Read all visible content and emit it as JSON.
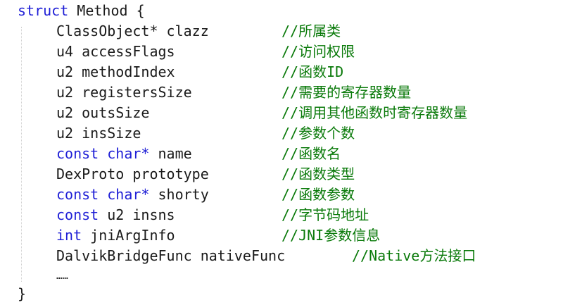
{
  "editor": {
    "lines": [
      {
        "id": "struct-open",
        "kw": "struct",
        "text": " Method {"
      },
      {
        "id": "clazz",
        "type": "ClassObject*",
        "name": " clazz",
        "comment": "//所属类"
      },
      {
        "id": "access-flags",
        "type": "u4",
        "name": " accessFlags",
        "comment": "//访问权限"
      },
      {
        "id": "method-index",
        "type": "u2",
        "name": " methodIndex",
        "comment": "//函数ID"
      },
      {
        "id": "registers-size",
        "type": "u2",
        "name": " registersSize",
        "comment": "//需要的寄存器数量"
      },
      {
        "id": "outs-size",
        "type": "u2",
        "name": " outsSize",
        "comment": "//调用其他函数时寄存器数量"
      },
      {
        "id": "ins-size",
        "type": "u2",
        "name": " insSize",
        "comment": "//参数个数"
      },
      {
        "id": "name",
        "kw": "const char*",
        "name": " name",
        "comment": "//函数名"
      },
      {
        "id": "prototype",
        "type": "DexProto",
        "name": " prototype",
        "comment": "//函数类型"
      },
      {
        "id": "shorty",
        "kw": "const char*",
        "name": " shorty",
        "comment": "//函数参数"
      },
      {
        "id": "insns",
        "kw": "const",
        "type": " u2",
        "name": " insns",
        "comment": "//字节码地址"
      },
      {
        "id": "jni-arg-info",
        "kw": "int",
        "name": " jniArgInfo",
        "comment": "//JNI参数信息"
      },
      {
        "id": "native-func",
        "type": "DalvikBridgeFunc",
        "name": " nativeFunc",
        "comment": "//Native方法接口"
      },
      {
        "id": "ellipsis",
        "text": "……"
      },
      {
        "id": "struct-close",
        "text": "}"
      }
    ]
  },
  "colors": {
    "keyword": "#1f1fd6",
    "comment": "#0a7a0a",
    "text": "#1a1a1a",
    "background": "#ffffff"
  }
}
